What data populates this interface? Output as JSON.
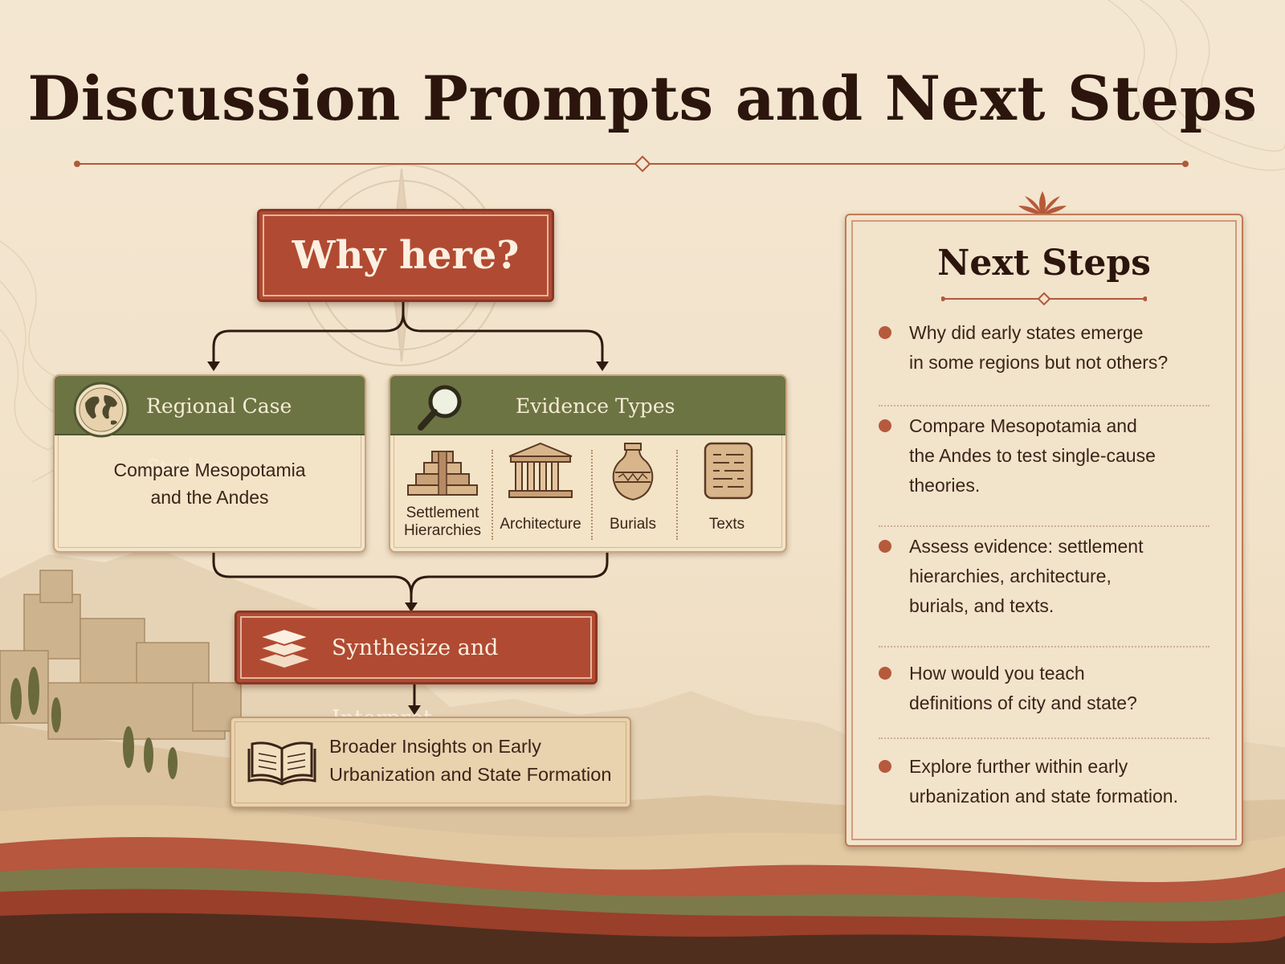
{
  "title": "Discussion Prompts and Next Steps",
  "flow": {
    "question": "Why here?",
    "regional": {
      "heading": "Regional Case Studies",
      "body": "Compare Mesopotamia\nand the Andes"
    },
    "evidence": {
      "heading": "Evidence Types",
      "items": [
        {
          "label": "Settlement\nHierarchies",
          "icon": "stepped-pyramid-icon"
        },
        {
          "label": "Architecture",
          "icon": "temple-columns-icon"
        },
        {
          "label": "Burials",
          "icon": "pottery-vase-icon"
        },
        {
          "label": "Texts",
          "icon": "clay-tablet-icon"
        }
      ]
    },
    "synthesize": "Synthesize and Interpret",
    "insight": "Broader Insights on Early\nUrbanization and State Formation"
  },
  "next_steps": {
    "title": "Next Steps",
    "items": [
      "Why did early states emerge\nin some regions but not others?",
      "Compare Mesopotamia and\nthe Andes to test single-cause\ntheories.",
      "Assess evidence: settlement\nhierarchies, architecture,\nburials, and texts.",
      "How would you teach\ndefinitions of city and state?",
      "Explore further within early\nurbanization and state formation."
    ]
  },
  "colors": {
    "rust": "#b14a32",
    "olive": "#6d7443",
    "parchment": "#f3e4c8",
    "ink": "#2c150d"
  }
}
